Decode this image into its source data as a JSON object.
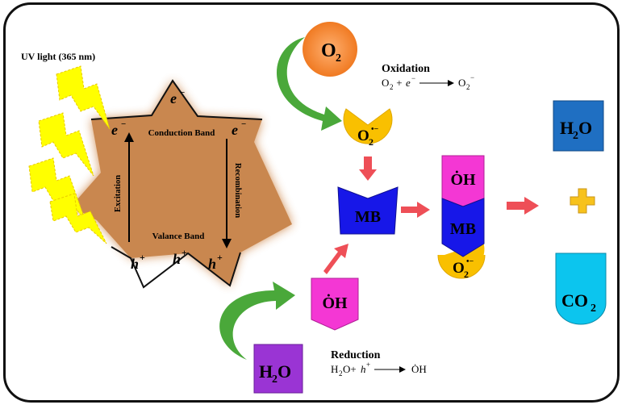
{
  "uv_label": "UV light (365 nm)",
  "band": {
    "conduction": "Conduction Band",
    "valance": "Valance Band",
    "excitation": "Excitation",
    "recombination": "Recombination",
    "electron": "e",
    "electron_sup": "−",
    "hole": "h",
    "hole_sup": "+"
  },
  "oxidation": {
    "title": "Oxidation",
    "eq_left": "O",
    "eq_sub": "2",
    "eq_plus": " + ",
    "eq_e": "e",
    "eq_e_sup": "−",
    "eq_right": "O",
    "eq_right_sub": "2",
    "eq_right_sup": "−"
  },
  "reduction": {
    "title": "Reduction",
    "eq_left": "H",
    "eq_left_sub": "2",
    "eq_left_rest": "O+",
    "eq_h": "h",
    "eq_h_sup": "+",
    "eq_right": "ȮH"
  },
  "species": {
    "o2": "O",
    "o2_sub": "2",
    "superoxide": "O",
    "superoxide_sub": "2",
    "superoxide_sup": "•−",
    "mb": "MB",
    "oh": "ȮH",
    "h2o_a": "H",
    "h2o_sub": "2",
    "h2o_b": "O",
    "co2_a": "CO",
    "co2_sub": "2",
    "plus": "+"
  },
  "colors": {
    "o2": "#f07a22",
    "superoxide": "#f9c000",
    "mb": "#1717e8",
    "oh": "#f437d4",
    "h2o_product": "#1f6fc2",
    "h2o_reactant": "#9a34d4",
    "co2": "#0cc5ee",
    "plus": "#f7c21c",
    "star": "#cf8a50",
    "arrow_red": "#ee4f57",
    "arrow_green": "#4aa83a",
    "lightning": "#ffff00"
  }
}
